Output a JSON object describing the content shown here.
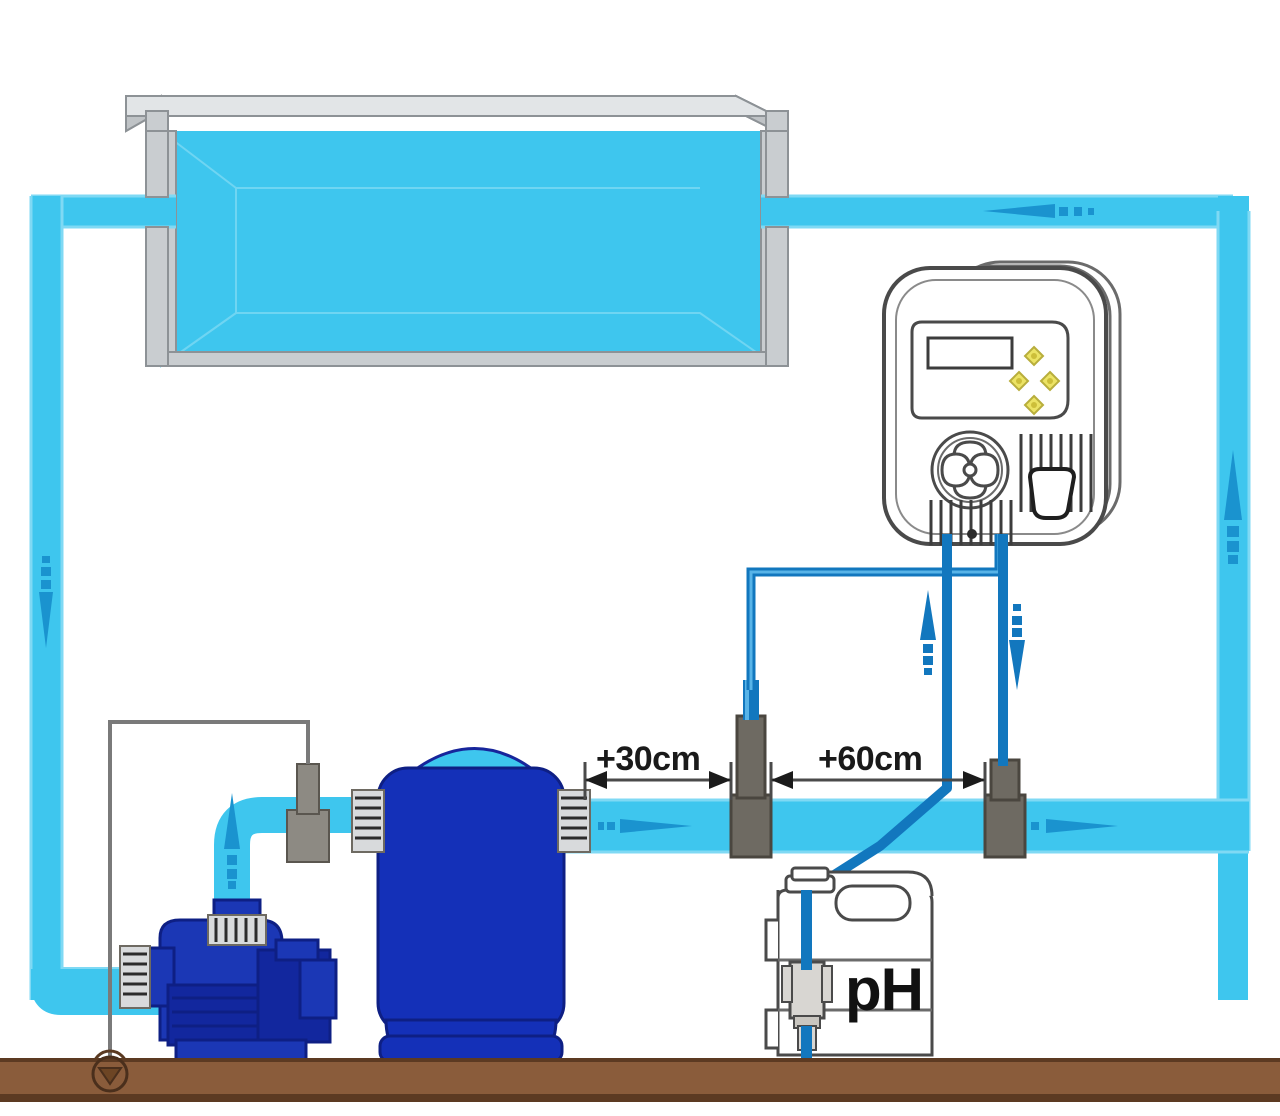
{
  "diagram": {
    "title": "Pool pH Dosing System Installation Diagram",
    "type": "hydraulic-installation-schematic"
  },
  "labels": {
    "dim_probe": "+30cm",
    "dim_injector": "+60cm",
    "chemical": "pH"
  },
  "colors": {
    "pipe_fill": "#3ec6ee",
    "pipe_stroke": "#6fd5f2",
    "pipe_arrow": "#1a93cf",
    "tube_blue": "#1277be",
    "pump_body": "#1b37b5",
    "pump_dark": "#13279a",
    "filter_body": "#1430b8",
    "filter_dome": "#3ec6ee",
    "coping_grey": "#c9cdd0",
    "coping_stroke": "#8d9296",
    "fitting_grey": "#6e6a62",
    "clamp_grey": "#d6d6d6",
    "ground_brown": "#8a5c3b",
    "ground_brown_dark": "#5c3a22",
    "keypad_yellow": "#e8e25a",
    "outline_dark": "#3c3c3c",
    "dim_line": "#4a4a4a"
  },
  "components": [
    {
      "id": "pool",
      "name": "swimming-pool",
      "label": "Pool basin with grey coping"
    },
    {
      "id": "controller",
      "name": "ph-controller-unit",
      "label": "pH controller / peristaltic dosing pump"
    },
    {
      "id": "display",
      "name": "lcd-display",
      "label": "LCD display"
    },
    {
      "id": "keypad",
      "name": "keypad-buttons",
      "label": "Four yellow diamond navigation keys"
    },
    {
      "id": "rotor",
      "name": "peristaltic-rotor",
      "label": "Peristaltic pump rotor"
    },
    {
      "id": "vent",
      "name": "vent-grille",
      "label": "Ventilation grille"
    },
    {
      "id": "tube-port",
      "name": "pump-tube-port",
      "label": "Pump tube port"
    },
    {
      "id": "pump",
      "name": "circulation-pump",
      "label": "Circulation pump"
    },
    {
      "id": "filter",
      "name": "sand-filter-tank",
      "label": "Sand filter tank"
    },
    {
      "id": "probe",
      "name": "ph-probe-holder",
      "label": "pH probe in holder, +30cm after filter"
    },
    {
      "id": "injector",
      "name": "injection-valve",
      "label": "Injection valve, +60cm after probe"
    },
    {
      "id": "canister",
      "name": "ph-chemical-canister",
      "label": "pH chemical canister with suction lance"
    },
    {
      "id": "earth",
      "name": "earth-ground-symbol",
      "label": "Electrical earth/ground point"
    },
    {
      "id": "ground",
      "name": "ground-strip",
      "label": "Ground / floor strip"
    }
  ],
  "flow_arrows": [
    {
      "name": "flow-arrow-return-top",
      "direction": "left",
      "location": "top return pipe"
    },
    {
      "name": "flow-arrow-suction-left",
      "direction": "down",
      "location": "left suction pipe"
    },
    {
      "name": "flow-arrow-suction-riser",
      "direction": "up",
      "location": "pump suction riser"
    },
    {
      "name": "flow-arrow-pressure-mid",
      "direction": "right",
      "location": "filter outlet pipe"
    },
    {
      "name": "flow-arrow-pressure-right",
      "direction": "right",
      "location": "pipe after injector"
    },
    {
      "name": "flow-arrow-return-riser",
      "direction": "up",
      "location": "right return riser"
    },
    {
      "name": "flow-arrow-probe-cable",
      "direction": "up",
      "location": "probe signal cable"
    },
    {
      "name": "flow-arrow-dosing-tube",
      "direction": "down",
      "location": "dosing tube to injector"
    }
  ],
  "dimension_lines": [
    {
      "name": "dimension-30cm",
      "label": "+30cm",
      "from": "filter outlet",
      "to": "pH probe"
    },
    {
      "name": "dimension-60cm",
      "label": "+60cm",
      "from": "pH probe",
      "to": "injection valve"
    }
  ]
}
